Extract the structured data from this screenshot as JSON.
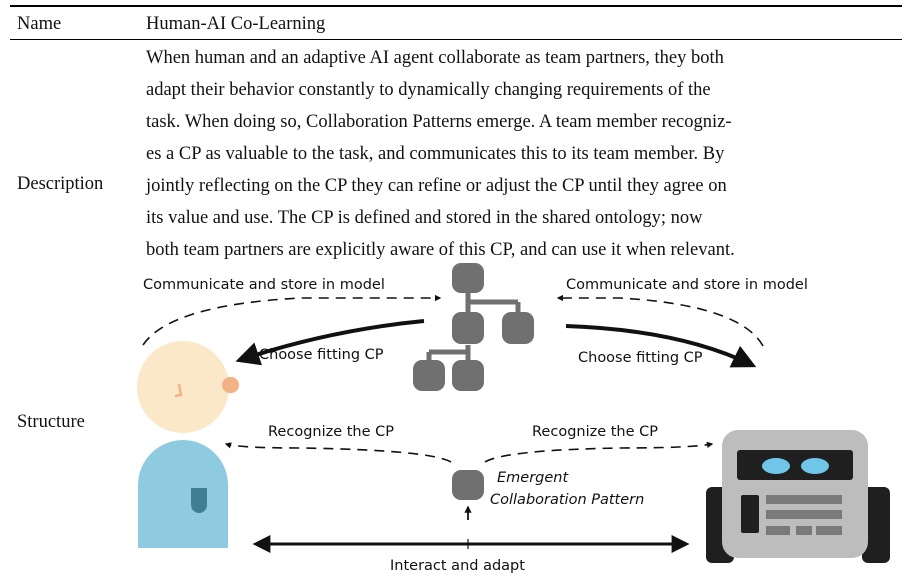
{
  "table": {
    "name_label": "Name",
    "name_value": "Human-AI Co-Learning",
    "description_label": "Description",
    "description_lines": [
      "When human and an adaptive AI agent collaborate as team partners, they both",
      "adapt their behavior constantly to dynamically changing requirements of the",
      "task. When doing so, Collaboration Patterns emerge. A team member recogniz-",
      "es a CP as valuable to the task, and communicates this to its team member. By",
      "jointly reflecting on the CP they can refine or adjust the CP until they agree on",
      "its value and use. The CP is defined and stored in the shared ontology; now",
      "both team partners are explicitly aware of this CP, and can use it when relevant."
    ],
    "structure_label": "Structure"
  },
  "diagram": {
    "communicate_left": "Communicate and store in model",
    "communicate_right": "Communicate and store in model",
    "choose_left": "Choose fitting CP",
    "choose_right": "Choose fitting CP",
    "recognize_left": "Recognize the CP",
    "recognize_right": "Recognize the CP",
    "emergent_line1": "Emergent",
    "emergent_line2": "Collaboration Pattern",
    "interact": "Interact and adapt",
    "colors": {
      "human_head": "#fbe8c8",
      "human_ear": "#f4b183",
      "human_body": "#8ecbe0",
      "node_gray": "#707070",
      "robot_body": "#bdbdbd",
      "robot_dark": "#1f1f1f",
      "robot_eye": "#6fc6e8"
    }
  }
}
